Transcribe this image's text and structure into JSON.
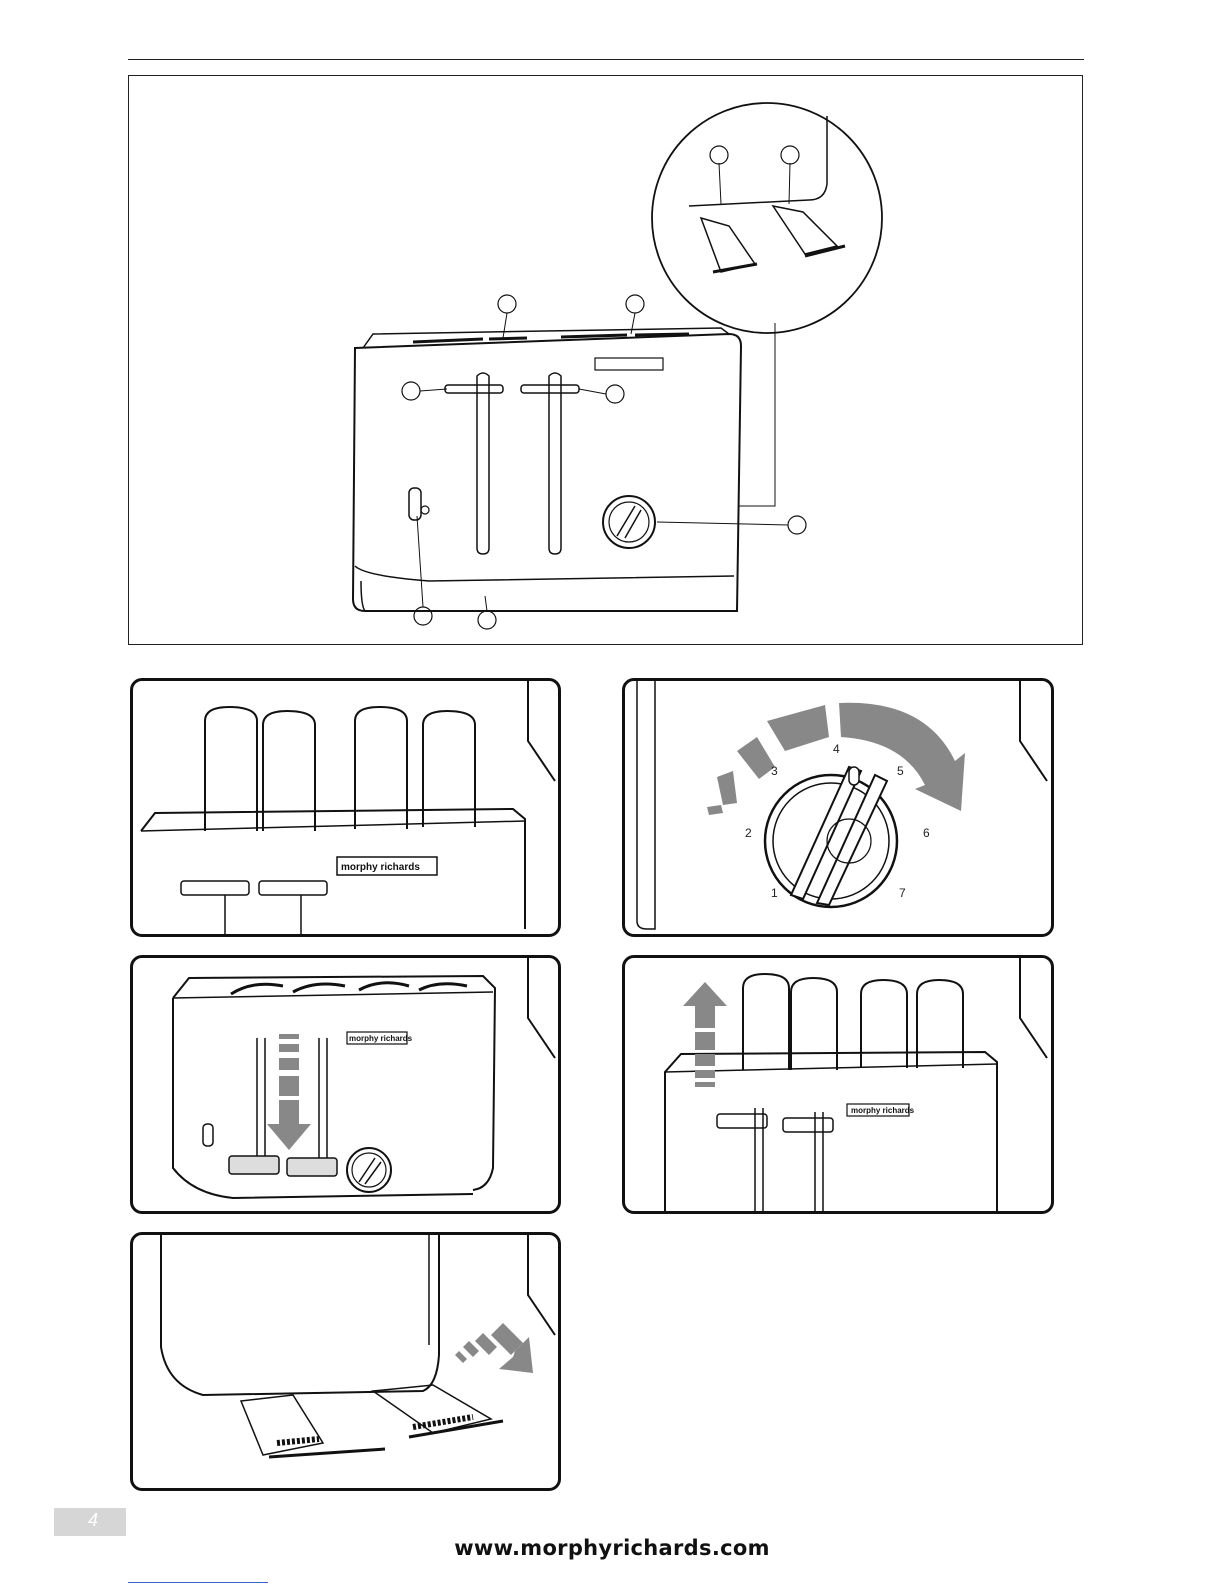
{
  "brand": "morphy richards",
  "footer": {
    "url": "www.morphyrichards.com",
    "page_glyph": "4"
  },
  "dial": {
    "numbers": [
      "1",
      "2",
      "3",
      "4",
      "5",
      "6",
      "7"
    ]
  }
}
